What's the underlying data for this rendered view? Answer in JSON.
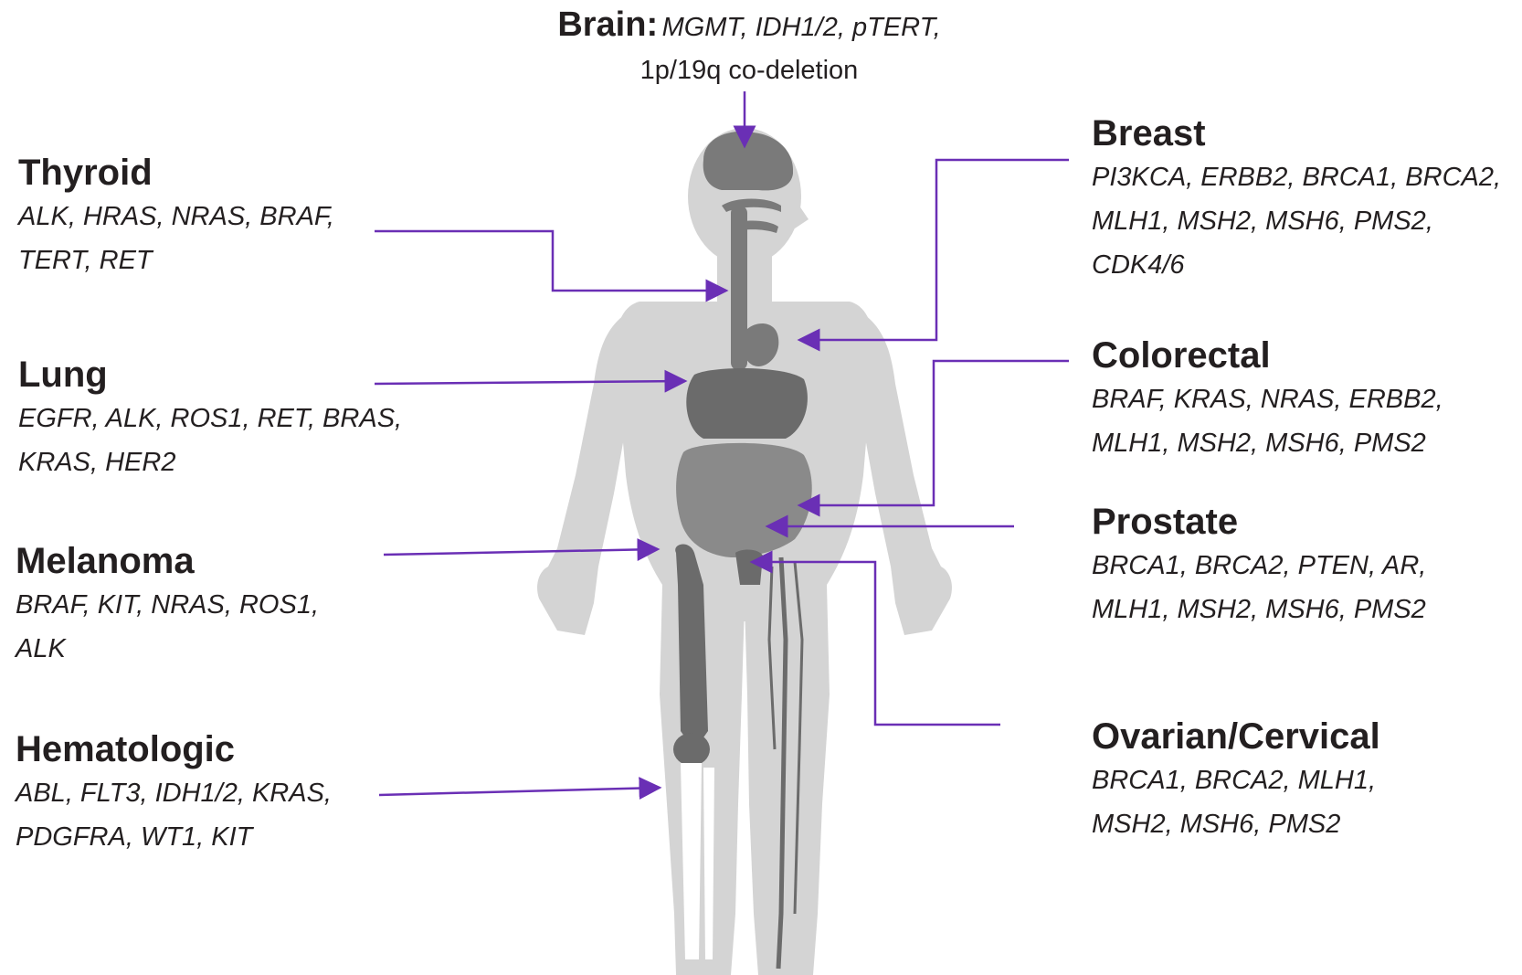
{
  "brain": {
    "title": "Brain:",
    "genes_line1": "MGMT, IDH1/2, pTERT,",
    "genes_line2": "1p/19q co-deletion"
  },
  "thyroid": {
    "title": "Thyroid",
    "genes_line1": "ALK, HRAS, NRAS, BRAF,",
    "genes_line2": "TERT, RET"
  },
  "lung": {
    "title": "Lung",
    "genes_line1": "EGFR, ALK, ROS1, RET, BRAS,",
    "genes_line2": "KRAS, HER2"
  },
  "melanoma": {
    "title": "Melanoma",
    "genes_line1": "BRAF, KIT, NRAS, ROS1,",
    "genes_line2": "ALK"
  },
  "hematologic": {
    "title": "Hematologic",
    "genes_line1": "ABL, FLT3, IDH1/2, KRAS,",
    "genes_line2": "PDGFRA, WT1, KIT"
  },
  "breast": {
    "title": "Breast",
    "genes_line1": "PI3KCA, ERBB2, BRCA1, BRCA2,",
    "genes_line2": "MLH1, MSH2, MSH6, PMS2,",
    "genes_line3": "CDK4/6"
  },
  "colorectal": {
    "title": "Colorectal",
    "genes_line1": "BRAF, KRAS, NRAS, ERBB2,",
    "genes_line2": "MLH1, MSH2, MSH6, PMS2"
  },
  "prostate": {
    "title": "Prostate",
    "genes_line1": "BRCA1, BRCA2, PTEN, AR,",
    "genes_line2": "MLH1, MSH2, MSH6, PMS2"
  },
  "ovarian": {
    "title": "Ovarian/Cervical",
    "genes_line1": "BRCA1, BRCA2, MLH1,",
    "genes_line2": "MSH2, MSH6, PMS2"
  },
  "colors": {
    "arrow": "#6a2fb5",
    "body": "#d4d4d4",
    "organ": "#7a7a7a",
    "organ_dark": "#6b6b6b",
    "bone": "#ffffff",
    "text": "#231f20"
  }
}
